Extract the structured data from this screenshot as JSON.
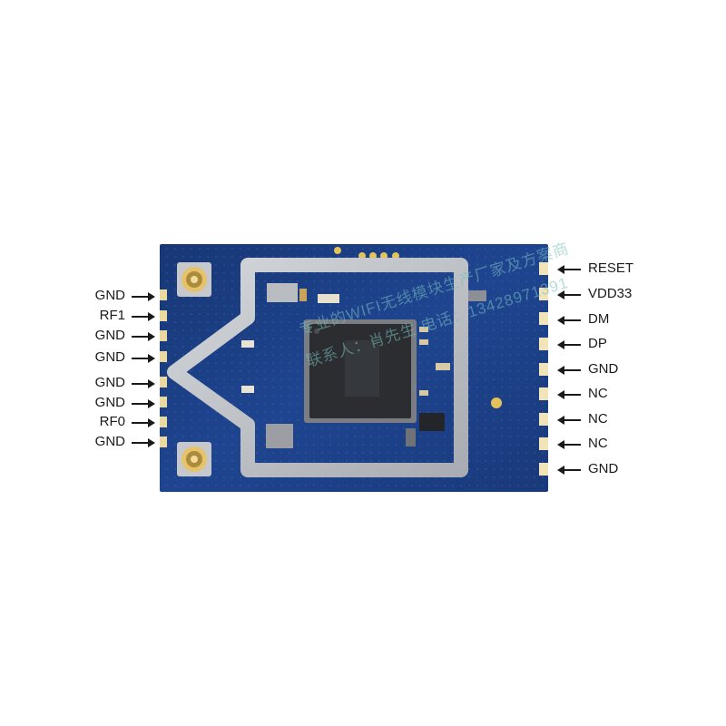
{
  "left_pins": [
    "GND",
    "RF1",
    "GND",
    "GND",
    "GND",
    "GND",
    "RF0",
    "GND"
  ],
  "right_pins": [
    "RESET",
    "VDD33",
    "DM",
    "DP",
    "GND",
    "NC",
    "NC",
    "NC",
    "GND"
  ],
  "watermark": {
    "line1": "专业的WIFI无线模块生产厂家及方案商",
    "line2": "联系人：肖先生  电话：13428971391"
  },
  "colors": {
    "pcb": "#1d3f88",
    "shield": "#b9bcc1",
    "chip": "#2a2c30",
    "pad": "#d8b04a"
  }
}
